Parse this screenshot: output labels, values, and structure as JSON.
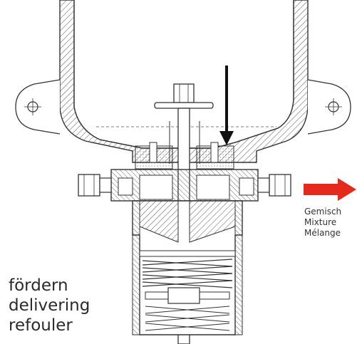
{
  "output_label": {
    "de": "Gemisch",
    "en": "Mixture",
    "fr": "Mélange"
  },
  "mode_label": {
    "de": "fördern",
    "en": "delivering",
    "fr": "refouler"
  },
  "colors": {
    "flow_arrow": "#e32a1c",
    "stroke_arrow": "#111111",
    "line": "#333333",
    "hatch": "#555555"
  }
}
